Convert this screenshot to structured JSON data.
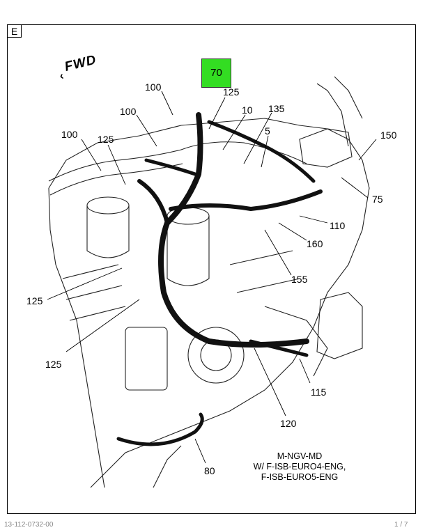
{
  "diagram": {
    "view_label": "E",
    "direction_label": "FWD",
    "highlighted_callout": "70",
    "callouts": [
      {
        "id": "c100a",
        "text": "100"
      },
      {
        "id": "c125a",
        "text": "125"
      },
      {
        "id": "c100b",
        "text": "100"
      },
      {
        "id": "c10",
        "text": "10"
      },
      {
        "id": "c135",
        "text": "135"
      },
      {
        "id": "c100c",
        "text": "100"
      },
      {
        "id": "c125b",
        "text": "125"
      },
      {
        "id": "c5",
        "text": "5"
      },
      {
        "id": "c150",
        "text": "150"
      },
      {
        "id": "c75",
        "text": "75"
      },
      {
        "id": "c110",
        "text": "110"
      },
      {
        "id": "c160",
        "text": "160"
      },
      {
        "id": "c155",
        "text": "155"
      },
      {
        "id": "c125c",
        "text": "125"
      },
      {
        "id": "c125d",
        "text": "125"
      },
      {
        "id": "c115",
        "text": "115"
      },
      {
        "id": "c120",
        "text": "120"
      },
      {
        "id": "c80",
        "text": "80"
      }
    ],
    "applicability_note": [
      "M-NGV-MD",
      "W/ F-ISB-EURO4-ENG,",
      "F-ISB-EURO5-ENG"
    ],
    "footer_left": "13-112-0732-00",
    "footer_right": "1 / 7"
  }
}
